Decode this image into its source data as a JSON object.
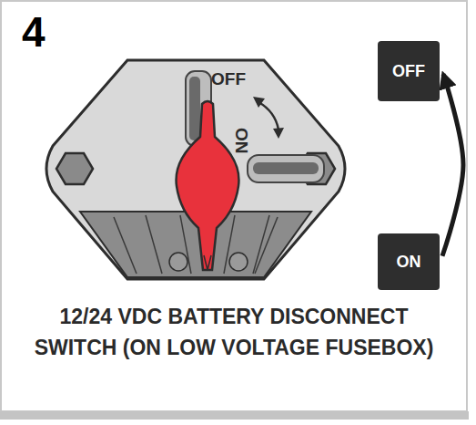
{
  "diagram": {
    "caption": "12/24 VDC BATTERY DISCONNECT SWITCH (ON LOW VOLTAGE FUSEBOX)",
    "nodes": [
      {
        "text": [
          "OFF"
        ]
      },
      {
        "text": [
          "ON"
        ]
      }
    ],
    "edges": [
      {
        "from": 1,
        "to": 0,
        "arrow": "to"
      }
    ],
    "labels": [
      "4",
      "OFF",
      "ON"
    ]
  }
}
